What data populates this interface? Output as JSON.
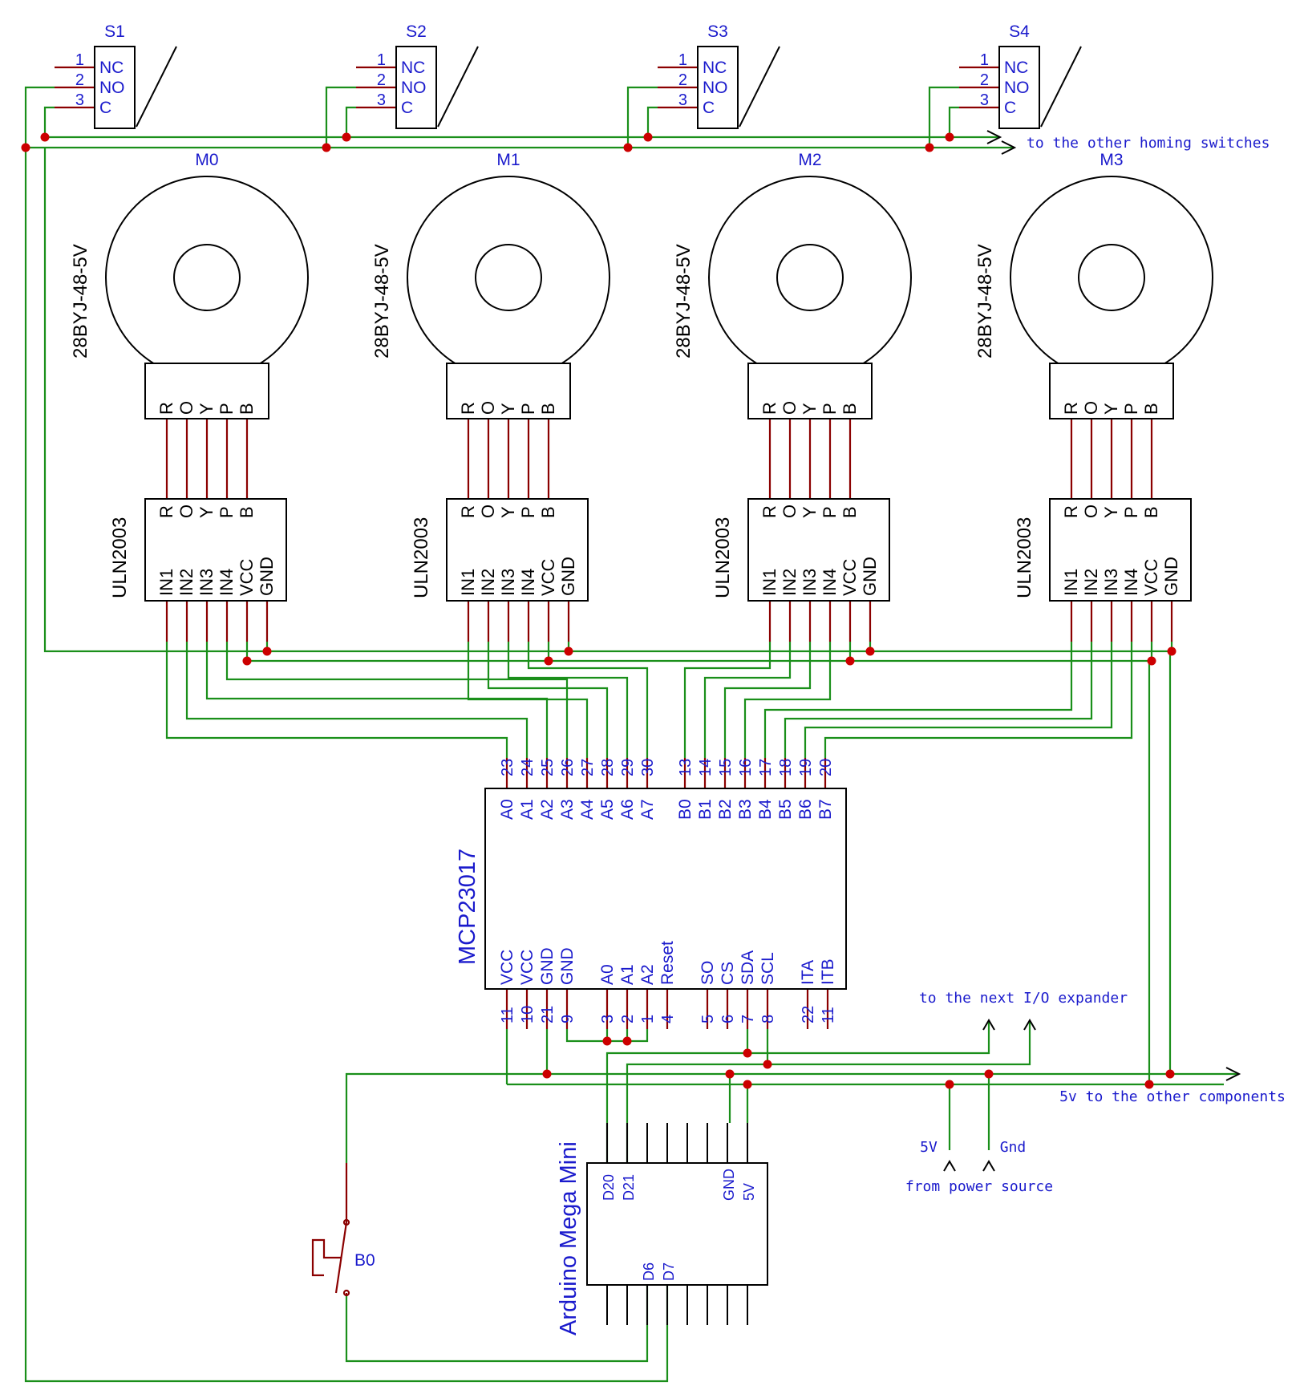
{
  "colors": {
    "wire": "#1a8f1a",
    "pin": "#8b0000",
    "junction": "#cc0000",
    "label": "#1a1acc",
    "outline": "#000000"
  },
  "switches": [
    {
      "ref": "S1",
      "pins": [
        "NC",
        "NO",
        "C"
      ],
      "numbers": [
        "1",
        "2",
        "3"
      ]
    },
    {
      "ref": "S2",
      "pins": [
        "NC",
        "NO",
        "C"
      ],
      "numbers": [
        "1",
        "2",
        "3"
      ]
    },
    {
      "ref": "S3",
      "pins": [
        "NC",
        "NO",
        "C"
      ],
      "numbers": [
        "1",
        "2",
        "3"
      ]
    },
    {
      "ref": "S4",
      "pins": [
        "NC",
        "NO",
        "C"
      ],
      "numbers": [
        "1",
        "2",
        "3"
      ]
    }
  ],
  "motors": [
    {
      "ref": "M0",
      "model": "28BYJ-48-5V",
      "pins": [
        "R",
        "O",
        "Y",
        "P",
        "B"
      ]
    },
    {
      "ref": "M1",
      "model": "28BYJ-48-5V",
      "pins": [
        "R",
        "O",
        "Y",
        "P",
        "B"
      ]
    },
    {
      "ref": "M2",
      "model": "28BYJ-48-5V",
      "pins": [
        "R",
        "O",
        "Y",
        "P",
        "B"
      ]
    },
    {
      "ref": "M3",
      "model": "28BYJ-48-5V",
      "pins": [
        "R",
        "O",
        "Y",
        "P",
        "B"
      ]
    }
  ],
  "drivers": {
    "name": "ULN2003",
    "out_pins": [
      "R",
      "O",
      "Y",
      "P",
      "B"
    ],
    "in_pins": [
      "IN1",
      "IN2",
      "IN3",
      "IN4",
      "VCC",
      "GND"
    ]
  },
  "mcp": {
    "name": "MCP23017",
    "top_pins": [
      {
        "n": "23",
        "label": "A0"
      },
      {
        "n": "24",
        "label": "A1"
      },
      {
        "n": "25",
        "label": "A2"
      },
      {
        "n": "26",
        "label": "A3"
      },
      {
        "n": "27",
        "label": "A4"
      },
      {
        "n": "28",
        "label": "A5"
      },
      {
        "n": "29",
        "label": "A6"
      },
      {
        "n": "30",
        "label": "A7"
      },
      {
        "n": "13",
        "label": "B0"
      },
      {
        "n": "14",
        "label": "B1"
      },
      {
        "n": "15",
        "label": "B2"
      },
      {
        "n": "16",
        "label": "B3"
      },
      {
        "n": "17",
        "label": "B4"
      },
      {
        "n": "18",
        "label": "B5"
      },
      {
        "n": "19",
        "label": "B6"
      },
      {
        "n": "20",
        "label": "B7"
      }
    ],
    "bottom_pins": [
      {
        "n": "11",
        "label": "VCC"
      },
      {
        "n": "10",
        "label": "VCC"
      },
      {
        "n": "21",
        "label": "GND"
      },
      {
        "n": "9",
        "label": "GND"
      },
      {
        "n": "3",
        "label": "A0"
      },
      {
        "n": "2",
        "label": "A1"
      },
      {
        "n": "1",
        "label": "A2"
      },
      {
        "n": "4",
        "label": "Reset"
      },
      {
        "n": "5",
        "label": "SO"
      },
      {
        "n": "6",
        "label": "CS"
      },
      {
        "n": "7",
        "label": "SDA"
      },
      {
        "n": "8",
        "label": "SCL"
      },
      {
        "n": "22",
        "label": "ITA"
      },
      {
        "n": "11",
        "label": "ITB"
      }
    ]
  },
  "arduino": {
    "name": "Arduino Mega Mini",
    "top_labels": [
      "D20",
      "D21",
      "GND",
      "5V"
    ],
    "bottom_labels": [
      "D6",
      "D7"
    ]
  },
  "button": {
    "ref": "B0"
  },
  "notes": {
    "homing": "to the other homing switches",
    "next_io": "to the next I/O expander",
    "five_v_other": "5v to the other components",
    "five_v": "5V",
    "gnd": "Gnd",
    "power_source": "from power source"
  }
}
